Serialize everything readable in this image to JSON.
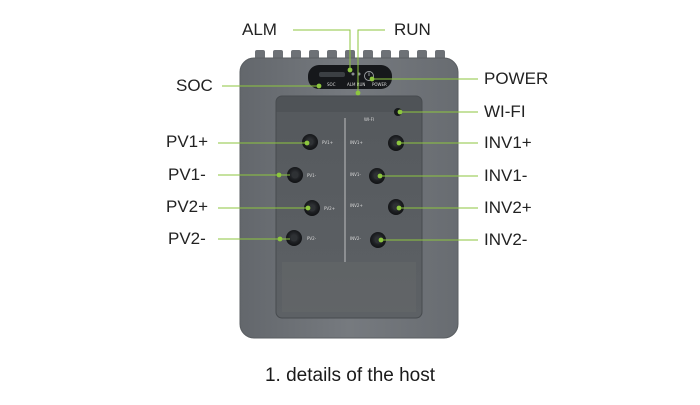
{
  "labels": {
    "alm": "ALM",
    "run": "RUN",
    "soc": "SOC",
    "power": "POWER",
    "wifi": "WI-FI",
    "pv1_plus": "PV1+",
    "pv1_minus": "PV1-",
    "pv2_plus": "PV2+",
    "pv2_minus": "PV2-",
    "inv1_plus": "INV1+",
    "inv1_minus": "INV1-",
    "inv2_plus": "INV2+",
    "inv2_minus": "INV2-"
  },
  "panel_markings": {
    "pv1_plus": "PV1+",
    "pv1_minus": "PV1-",
    "pv2_plus": "PV2+",
    "pv2_minus": "PV2-",
    "inv1_plus": "INV1+",
    "inv1_minus": "INV1-",
    "inv2_plus": "INV2+",
    "inv2_minus": "INV2-",
    "wifi": "WI-FI"
  },
  "caption": "1. details of the host",
  "colors": {
    "callout_line": "#8dc63f",
    "callout_dot": "#8dc63f",
    "body": "#6f7378",
    "panel": "#5f6367",
    "recess": "#4f5357",
    "connector": "#1b1d20"
  }
}
